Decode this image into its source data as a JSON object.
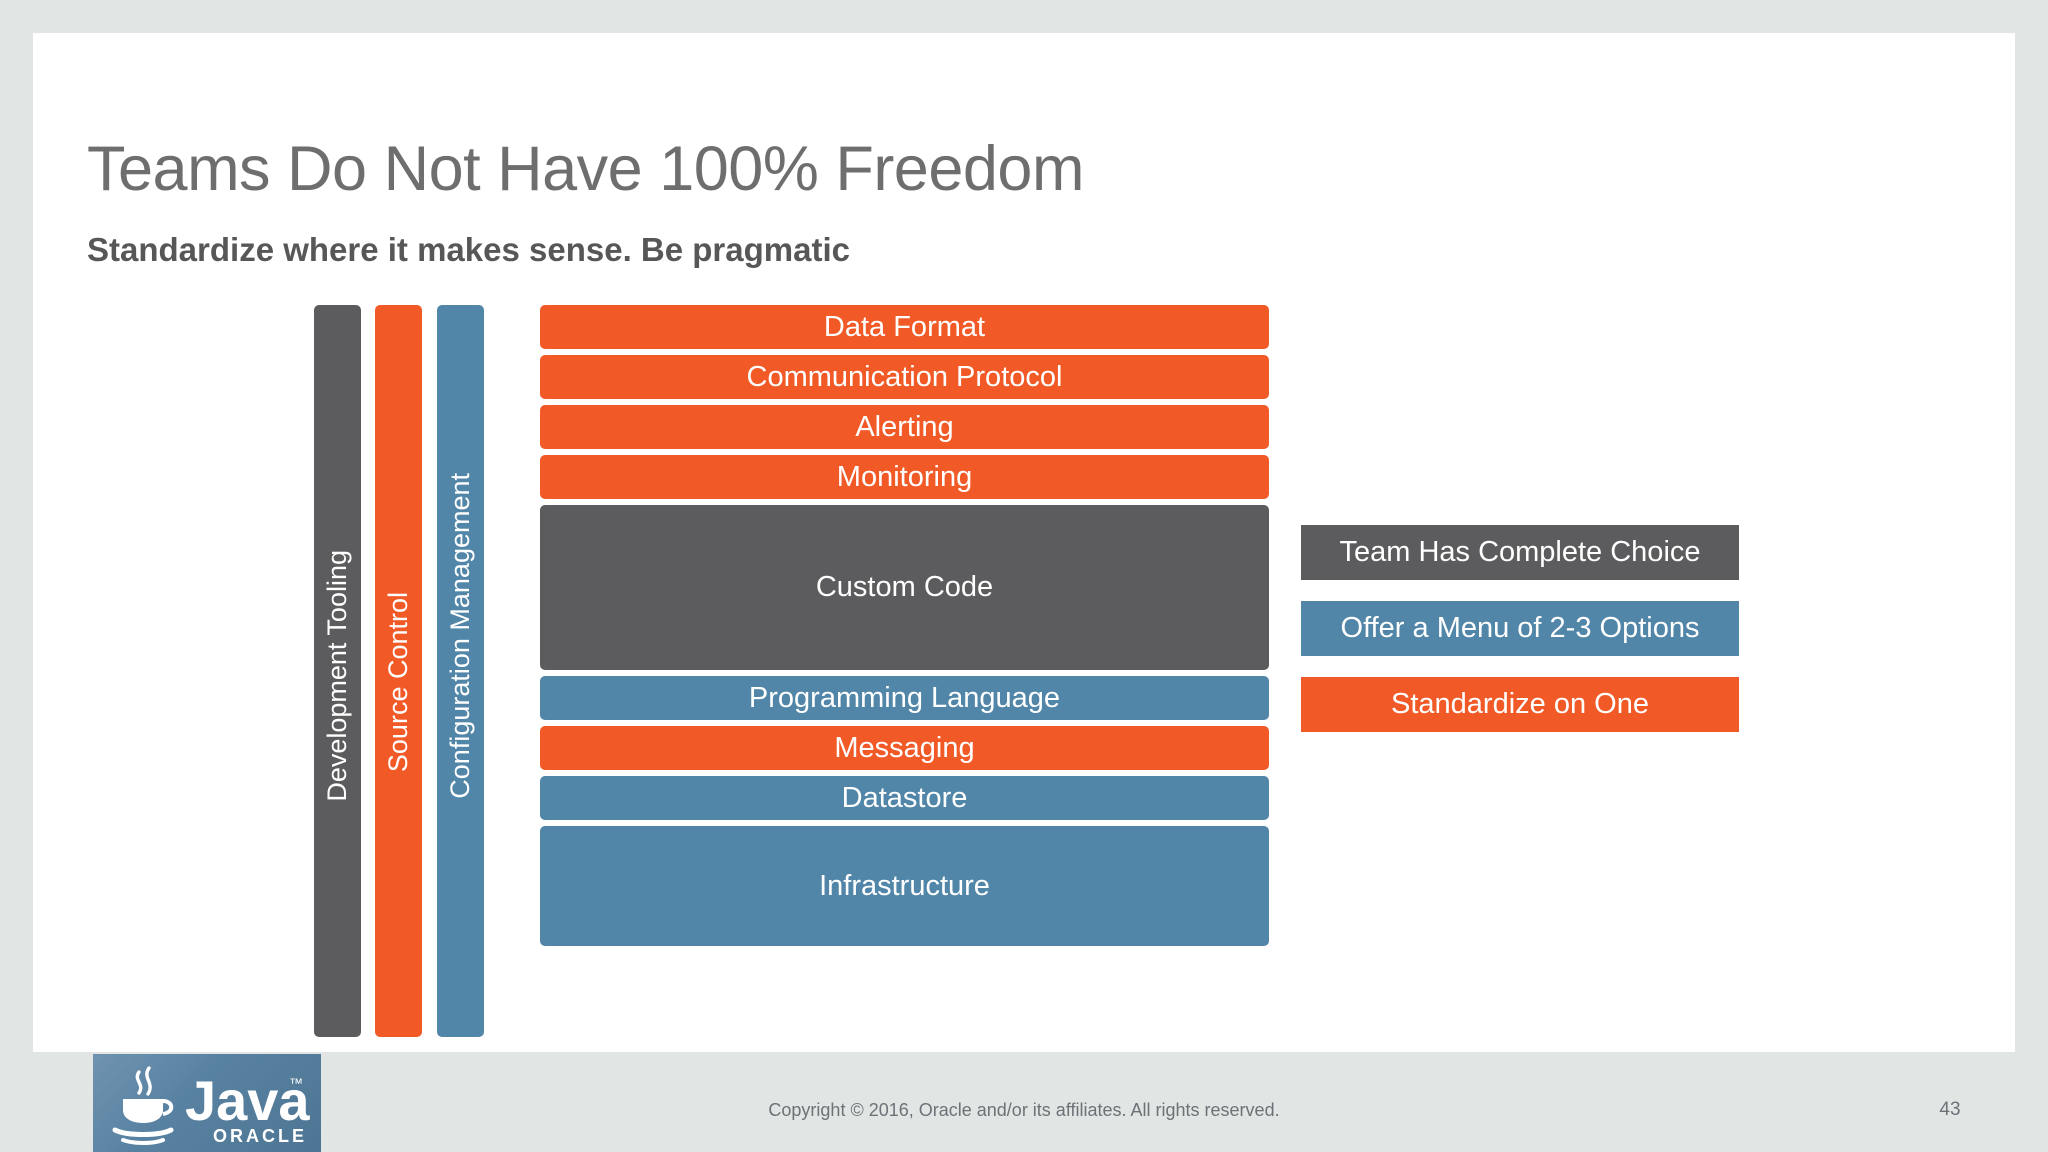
{
  "slide": {
    "title": "Teams Do Not Have 100% Freedom",
    "subtitle": "Standardize where it makes sense. Be pragmatic"
  },
  "diagram": {
    "vertical_bars": [
      {
        "label": "Development Tooling",
        "color": "#5c5c5e",
        "category": "gray"
      },
      {
        "label": "Source Control",
        "color": "#f15a27",
        "category": "orange"
      },
      {
        "label": "Configuration Management",
        "color": "#5186a8",
        "category": "blue"
      }
    ],
    "stack_rows": [
      {
        "label": "Data Format",
        "category": "orange",
        "color": "#f15a27",
        "height": 44
      },
      {
        "label": "Communication Protocol",
        "category": "orange",
        "color": "#f15a27",
        "height": 44
      },
      {
        "label": "Alerting",
        "category": "orange",
        "color": "#f15a27",
        "height": 44
      },
      {
        "label": "Monitoring",
        "category": "orange",
        "color": "#f15a27",
        "height": 44
      },
      {
        "label": "Custom Code",
        "category": "gray",
        "color": "#5c5c5e",
        "height": 165
      },
      {
        "label": "Programming Language",
        "category": "blue",
        "color": "#5186a8",
        "height": 44
      },
      {
        "label": "Messaging",
        "category": "orange",
        "color": "#f15a27",
        "height": 44
      },
      {
        "label": "Datastore",
        "category": "blue",
        "color": "#5186a8",
        "height": 44
      },
      {
        "label": "Infrastructure",
        "category": "blue",
        "color": "#5186a8",
        "height": 120
      }
    ]
  },
  "legend": {
    "items": [
      {
        "label": "Team Has Complete Choice",
        "category": "gray",
        "color": "#5c5c5e"
      },
      {
        "label": "Offer a Menu of 2-3 Options",
        "category": "blue",
        "color": "#5186a8"
      },
      {
        "label": "Standardize on One",
        "category": "orange",
        "color": "#f15a27"
      }
    ]
  },
  "footer": {
    "copyright": "Copyright © 2016, Oracle and/or its affiliates. All rights reserved.",
    "page_number": "43",
    "logo": {
      "wordmark": "Java",
      "trademark": "™",
      "subtext": "ORACLE"
    }
  },
  "theme": {
    "background": "#e1e5e4",
    "slide_background": "#ffffff",
    "orange": "#f15a27",
    "blue": "#5186a8",
    "gray": "#5c5c5e",
    "title_color": "#6e6e6e",
    "subtitle_color": "#575757",
    "footer_text_color": "#6b7377"
  }
}
